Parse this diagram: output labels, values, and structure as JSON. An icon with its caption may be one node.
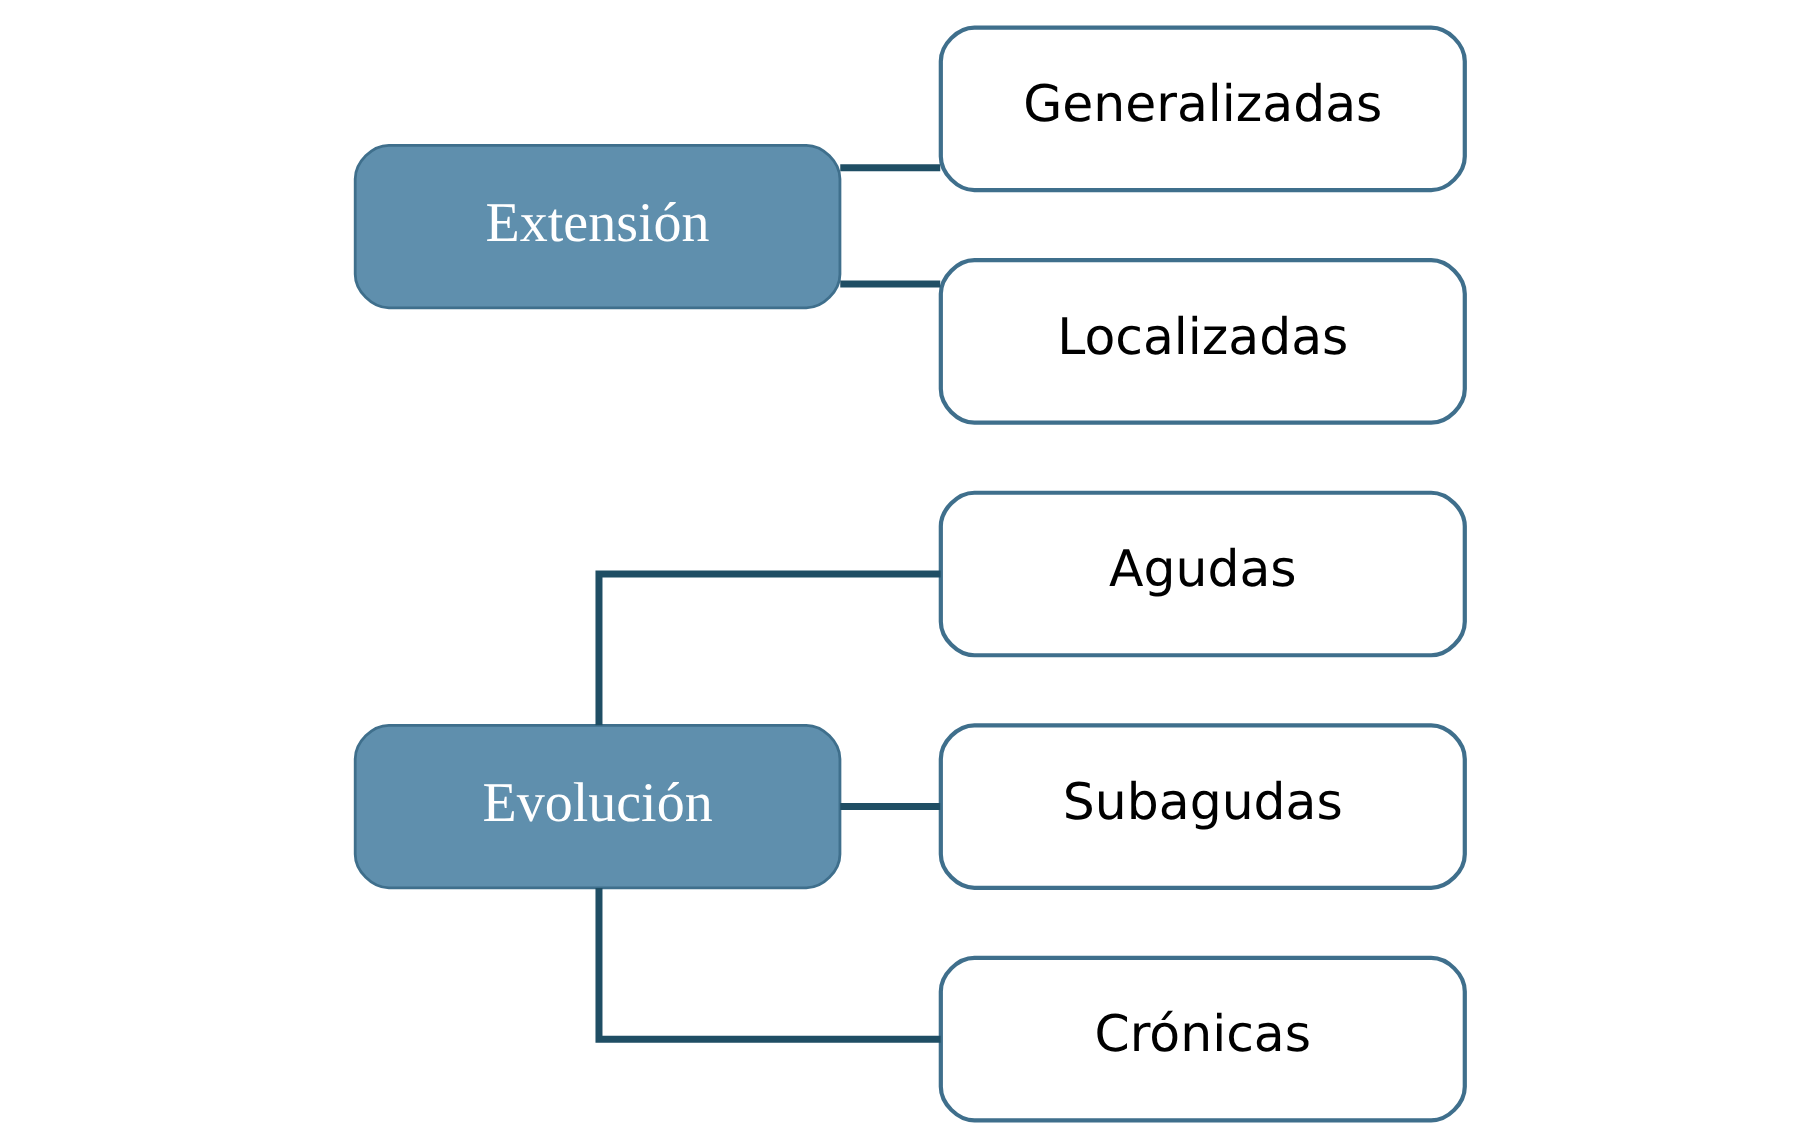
{
  "diagram": {
    "nodes": [
      {
        "text": [
          "Evolución"
        ]
      },
      {
        "text": [
          "Agudas"
        ]
      },
      {
        "text": [
          "Subagudas"
        ]
      },
      {
        "text": [
          "Crónicas"
        ]
      },
      {
        "text": [
          "Extensión"
        ]
      },
      {
        "text": [
          "Generalizadas"
        ]
      },
      {
        "text": [
          "Localizadas"
        ]
      }
    ],
    "edges": [
      {
        "from": 0,
        "to": 1,
        "arrow": "none"
      },
      {
        "from": 0,
        "to": 2,
        "arrow": "none"
      },
      {
        "from": 0,
        "to": 3,
        "arrow": "none"
      },
      {
        "from": 4,
        "to": 5,
        "arrow": "none"
      },
      {
        "from": 4,
        "to": 6,
        "arrow": "none"
      }
    ]
  }
}
